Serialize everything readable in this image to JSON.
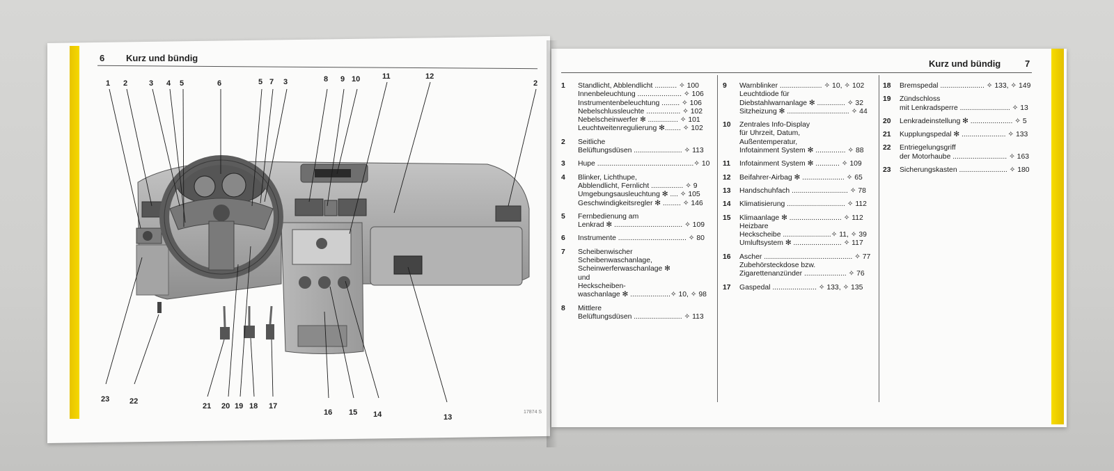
{
  "left_page": {
    "page_number": "6",
    "title": "Kurz und bündig",
    "figure_id": "17874 S",
    "callouts_top": [
      "1",
      "2",
      "3",
      "4",
      "5",
      "6",
      "5",
      "7",
      "3",
      "8",
      "9",
      "10",
      "11",
      "12",
      "2"
    ],
    "callouts_bottom": [
      "23",
      "22",
      "21",
      "20",
      "19",
      "18",
      "17",
      "16",
      "15",
      "14",
      "13"
    ]
  },
  "right_page": {
    "page_number": "7",
    "title": "Kurz und bündig",
    "columns": [
      [
        {
          "num": "1",
          "lines": [
            "Standlicht, Abblendlicht ........... ✧ 100",
            "Innenbeleuchtung ...................... ✧ 106",
            "Instrumentenbeleuchtung ......... ✧ 106",
            "Nebelschlussleuchte ................. ✧ 102",
            "Nebelscheinwerfer ✻ ............... ✧ 101",
            "Leuchtweitenregulierung ✻........ ✧ 102"
          ]
        },
        {
          "num": "2",
          "lines": [
            "Seitliche",
            "Belüftungsdüsen ........................ ✧ 113"
          ]
        },
        {
          "num": "3",
          "lines": [
            "Hupe ................................................✧ 10"
          ]
        },
        {
          "num": "4",
          "lines": [
            "Blinker, Lichthupe,",
            "Abblendlicht, Fernlicht ................ ✧ 9",
            "Umgebungsausleuchtung ✻ .... ✧ 105",
            "Geschwindigkeitsregler ✻ ......... ✧ 146"
          ]
        },
        {
          "num": "5",
          "lines": [
            "Fernbedienung am",
            "Lenkrad ✻ .................................. ✧ 109"
          ]
        },
        {
          "num": "6",
          "lines": [
            "Instrumente .................................. ✧ 80"
          ]
        },
        {
          "num": "7",
          "lines": [
            "Scheibenwischer",
            "Scheibenwaschanlage,",
            "Scheinwerferwaschanlage ✻",
            "und",
            "Heckscheiben-",
            "waschanlage ✻ ....................✧ 10, ✧ 98"
          ]
        },
        {
          "num": "8",
          "lines": [
            "Mittlere",
            "Belüftungsdüsen ........................ ✧ 113"
          ]
        }
      ],
      [
        {
          "num": "9",
          "lines": [
            "Warnblinker ..................... ✧ 10, ✧ 102",
            "Leuchtdiode für",
            "Diebstahlwarnanlage ✻ .............. ✧ 32",
            "Sitzheizung ✻ ............................... ✧ 44"
          ]
        },
        {
          "num": "10",
          "lines": [
            "Zentrales Info-Display",
            "für Uhrzeit, Datum,",
            "Außentemperatur,",
            "Infotainment System ✻ ............... ✧ 88"
          ]
        },
        {
          "num": "11",
          "lines": [
            "Infotainment System ✻ ............ ✧ 109"
          ]
        },
        {
          "num": "12",
          "lines": [
            "Beifahrer-Airbag ✻ ..................... ✧ 65"
          ]
        },
        {
          "num": "13",
          "lines": [
            "Handschuhfach ............................ ✧ 78"
          ]
        },
        {
          "num": "14",
          "lines": [
            "Klimatisierung ............................. ✧ 112"
          ]
        },
        {
          "num": "15",
          "lines": [
            "Klimaanlage ✻ .......................... ✧ 112",
            "Heizbare",
            "Heckscheibe ........................✧ 11, ✧ 39",
            "Umluftsystem ✻ ........................ ✧ 117"
          ]
        },
        {
          "num": "16",
          "lines": [
            "Ascher ............................................ ✧ 77",
            "Zubehörsteckdose bzw.",
            "Zigarettenanzünder ..................... ✧ 76"
          ]
        },
        {
          "num": "17",
          "lines": [
            "Gaspedal ...................... ✧ 133, ✧ 135"
          ]
        }
      ],
      [
        {
          "num": "18",
          "lines": [
            "Bremspedal ...................... ✧ 133, ✧ 149"
          ]
        },
        {
          "num": "19",
          "lines": [
            "Zündschloss",
            "mit Lenkradsperre ......................... ✧ 13"
          ]
        },
        {
          "num": "20",
          "lines": [
            "Lenkradeinstellung ✻ ..................... ✧ 5"
          ]
        },
        {
          "num": "21",
          "lines": [
            "Kupplungspedal ✻ ...................... ✧ 133"
          ]
        },
        {
          "num": "22",
          "lines": [
            "Entriegelungsgriff",
            "der Motorhaube ........................... ✧ 163"
          ]
        },
        {
          "num": "23",
          "lines": [
            "Sicherungskasten ........................ ✧ 180"
          ]
        }
      ]
    ]
  },
  "colors": {
    "edge_yellow": "#f5d800",
    "page": "#fbfbfa",
    "ink": "#1b1b1b",
    "dash_gray": "#a9a9a9"
  }
}
